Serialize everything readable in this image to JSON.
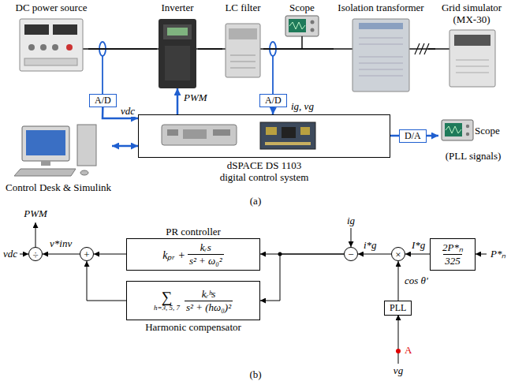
{
  "diagram": {
    "nodes": [
      {
        "text": [
          "DC power source"
        ]
      },
      {
        "text": [
          "Inverter"
        ]
      },
      {
        "text": [
          "LC filter"
        ]
      },
      {
        "text": [
          "Scope"
        ]
      },
      {
        "text": [
          "Isolation transformer"
        ]
      },
      {
        "text": [
          "Grid simulator (MX-30)"
        ]
      },
      {
        "text": [
          "A/D"
        ]
      },
      {
        "text": [
          "A/D"
        ]
      },
      {
        "text": [
          "dSPACE DS 1103 digital control system"
        ]
      },
      {
        "text": [
          "Control Desk & Simulink"
        ]
      },
      {
        "text": [
          "D/A"
        ]
      },
      {
        "text": [
          "Scope",
          "(PLL signals)"
        ]
      },
      {
        "text": [
          "÷"
        ]
      },
      {
        "text": [
          "+"
        ]
      },
      {
        "text": [
          "PR controller",
          "kₚᵣ +",
          "kᵣs",
          "s² + ω₀²"
        ]
      },
      {
        "text": [
          "∑",
          "h=3, 5, 7",
          "kᵣʰs",
          "s² + (hω₀)²",
          "Harmonic compensator"
        ]
      },
      {
        "text": [
          "−"
        ]
      },
      {
        "text": [
          "×"
        ]
      },
      {
        "text": [
          "2P*ₙ",
          "325"
        ]
      },
      {
        "text": [
          "PLL"
        ]
      }
    ],
    "edges": [
      {
        "from": 0,
        "to": 1,
        "arrow": "none"
      },
      {
        "from": 1,
        "to": 2,
        "arrow": "none"
      },
      {
        "from": 2,
        "to": 4,
        "arrow": "none"
      },
      {
        "from": 4,
        "to": 5,
        "arrow": "none"
      },
      {
        "from": 6,
        "to": 8,
        "label": "vdc",
        "arrow": "to"
      },
      {
        "from": 7,
        "to": 8,
        "label": "ig, vg",
        "arrow": "to"
      },
      {
        "from": 8,
        "to": 1,
        "label": "PWM",
        "arrow": "to"
      },
      {
        "from": 9,
        "to": 8,
        "arrow": "both"
      },
      {
        "from": 8,
        "to": 10,
        "arrow": "none"
      },
      {
        "from": 10,
        "to": 11,
        "arrow": "to"
      },
      {
        "from": 13,
        "to": 12,
        "label": "v*inv",
        "arrow": "to"
      },
      {
        "from": 14,
        "to": 13,
        "arrow": "to"
      },
      {
        "from": 15,
        "to": 13,
        "arrow": "to"
      },
      {
        "from": 16,
        "to": 14,
        "arrow": "to"
      },
      {
        "from": 16,
        "to": 15,
        "arrow": "to"
      },
      {
        "from": 17,
        "to": 16,
        "label": "i*g",
        "arrow": "to"
      },
      {
        "from": 18,
        "to": 17,
        "label": "I*g",
        "arrow": "to"
      },
      {
        "from": 19,
        "to": 17,
        "label": "cos θ'",
        "arrow": "to"
      }
    ],
    "labels": [
      "(a)",
      "PWM",
      "vdc",
      "ig",
      "P*ₙ",
      "A",
      "vg",
      "(b)"
    ]
  }
}
